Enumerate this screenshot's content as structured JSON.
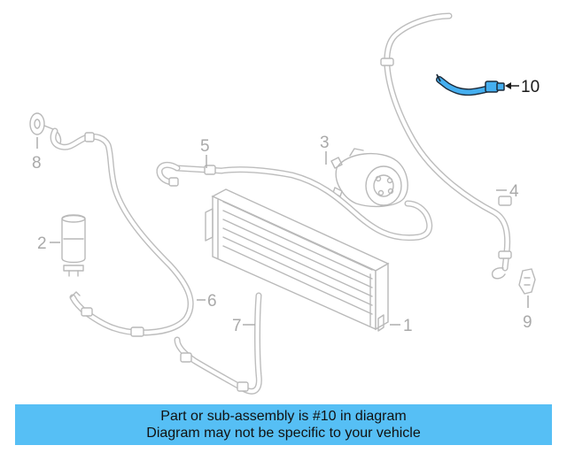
{
  "callouts": {
    "c1": "1",
    "c2": "2",
    "c3": "3",
    "c4": "4",
    "c5": "5",
    "c6": "6",
    "c7": "7",
    "c8": "8",
    "c9": "9",
    "c10": "10"
  },
  "highlighted_part": "10",
  "banner": {
    "line1": "Part or sub-assembly is #10 in diagram",
    "line2": "Diagram may not be specific to your vehicle"
  },
  "colors": {
    "highlight": "#45aff0",
    "banner_bg": "#56bff5",
    "line_art": "#b9b9b9"
  }
}
